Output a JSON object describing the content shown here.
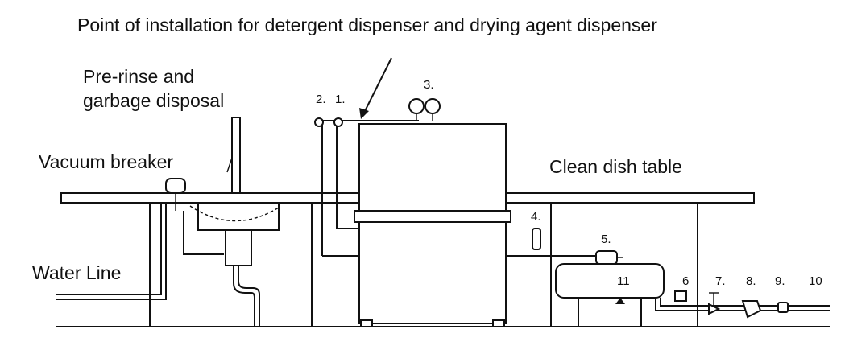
{
  "diagram": {
    "labels": {
      "installation_point": "Point of installation for detergent dispenser and drying agent dispenser",
      "pre_rinse_line1": "Pre-rinse and",
      "pre_rinse_line2": "garbage disposal",
      "vacuum_breaker": "Vacuum breaker",
      "clean_dish_table": "Clean dish table",
      "water_line": "Water Line"
    },
    "numbers": {
      "n1": "1.",
      "n2": "2.",
      "n3": "3.",
      "n4": "4.",
      "n5": "5.",
      "n6": "6",
      "n7": "7.",
      "n8": "8.",
      "n9": "9.",
      "n10": "10",
      "n11": "11"
    }
  }
}
